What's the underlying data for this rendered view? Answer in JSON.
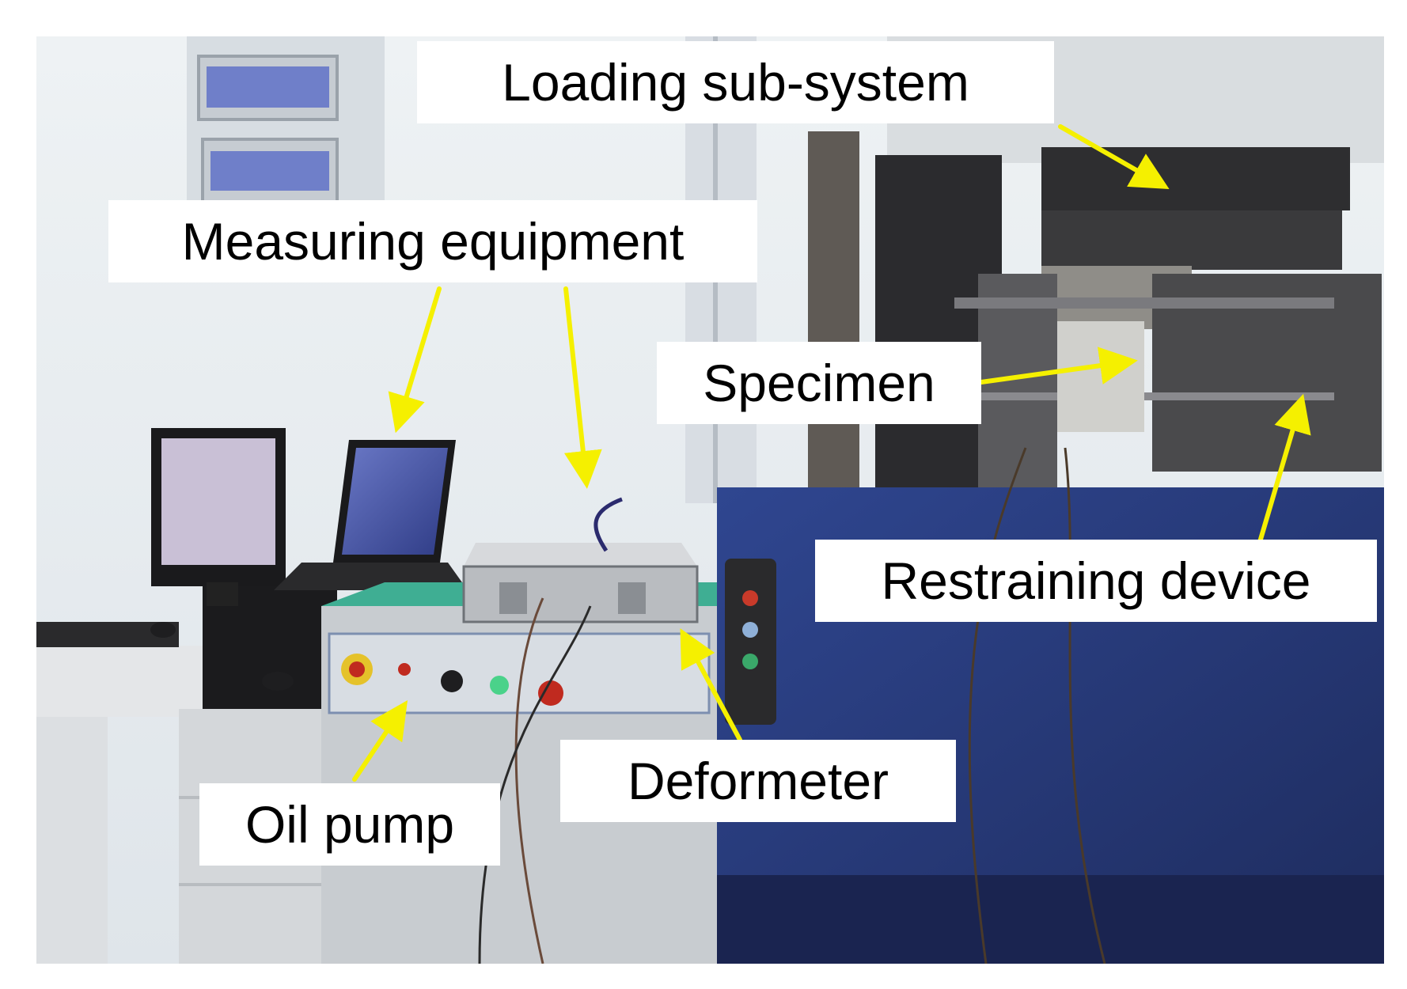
{
  "labels": {
    "loading_sub_system": "Loading sub-system",
    "measuring_equipment": "Measuring equipment",
    "specimen": "Specimen",
    "restraining_device": "Restraining device",
    "deformeter": "Deformeter",
    "oil_pump": "Oil pump"
  },
  "colors": {
    "arrow": "#f5f000",
    "label_bg": "#ffffff",
    "label_text": "#000000",
    "machine_blue": "#2a3a7a",
    "wall": "#e9eef2"
  }
}
